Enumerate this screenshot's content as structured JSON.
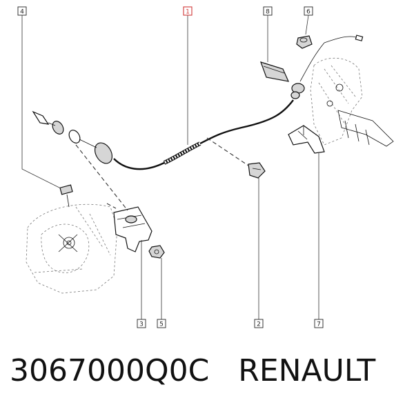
{
  "labels": [
    {
      "id": "label-1",
      "text": "1"
    },
    {
      "id": "label-2",
      "text": "2"
    },
    {
      "id": "label-3",
      "text": "3"
    },
    {
      "id": "label-4",
      "text": "4"
    },
    {
      "id": "label-5",
      "text": "5"
    },
    {
      "id": "label-6",
      "text": "6"
    },
    {
      "id": "label-7",
      "text": "7"
    },
    {
      "id": "label-8",
      "text": "8"
    }
  ],
  "caption": {
    "part_number": "3067000Q0C",
    "brand": "RENAULT"
  },
  "colors": {
    "highlight_label": "#d23a3a",
    "line": "#111111",
    "part_fill": "#d6d6d6"
  }
}
